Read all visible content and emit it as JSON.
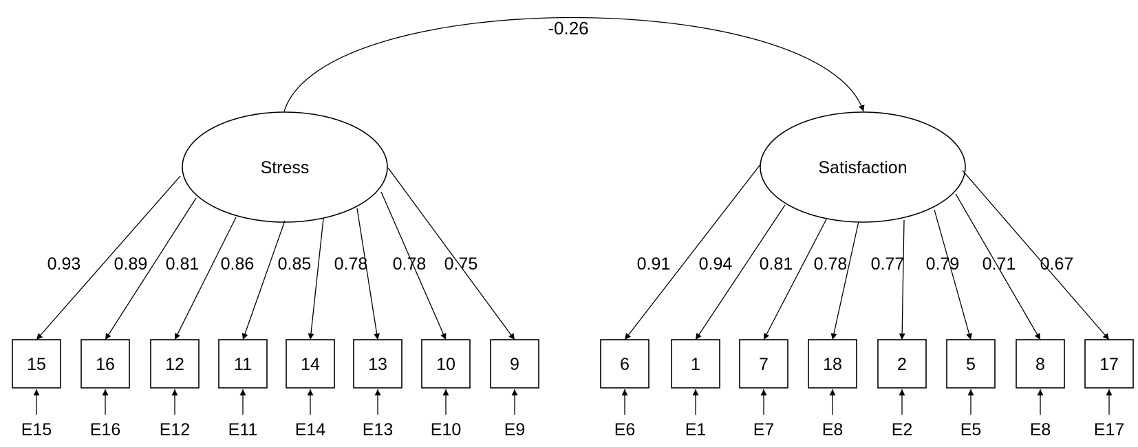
{
  "correlation": {
    "value": "-0.26"
  },
  "factors": [
    {
      "name": "Stress",
      "items": [
        {
          "label": "15",
          "loading": "0.93",
          "error": "E15"
        },
        {
          "label": "16",
          "loading": "0.89",
          "error": "E16"
        },
        {
          "label": "12",
          "loading": "0.81",
          "error": "E12"
        },
        {
          "label": "11",
          "loading": "0.86",
          "error": "E11"
        },
        {
          "label": "14",
          "loading": "0.85",
          "error": "E14"
        },
        {
          "label": "13",
          "loading": "0.78",
          "error": "E13"
        },
        {
          "label": "10",
          "loading": "0.78",
          "error": "E10"
        },
        {
          "label": "9",
          "loading": "0.75",
          "error": "E9"
        }
      ]
    },
    {
      "name": "Satisfaction",
      "items": [
        {
          "label": "6",
          "loading": "0.91",
          "error": "E6"
        },
        {
          "label": "1",
          "loading": "0.94",
          "error": "E1"
        },
        {
          "label": "7",
          "loading": "0.81",
          "error": "E7"
        },
        {
          "label": "18",
          "loading": "0.78",
          "error": "E8"
        },
        {
          "label": "2",
          "loading": "0.77",
          "error": "E2"
        },
        {
          "label": "5",
          "loading": "0.79",
          "error": "E5"
        },
        {
          "label": "8",
          "loading": "0.71",
          "error": "E8"
        },
        {
          "label": "17",
          "loading": "0.67",
          "error": "E17"
        }
      ]
    }
  ]
}
